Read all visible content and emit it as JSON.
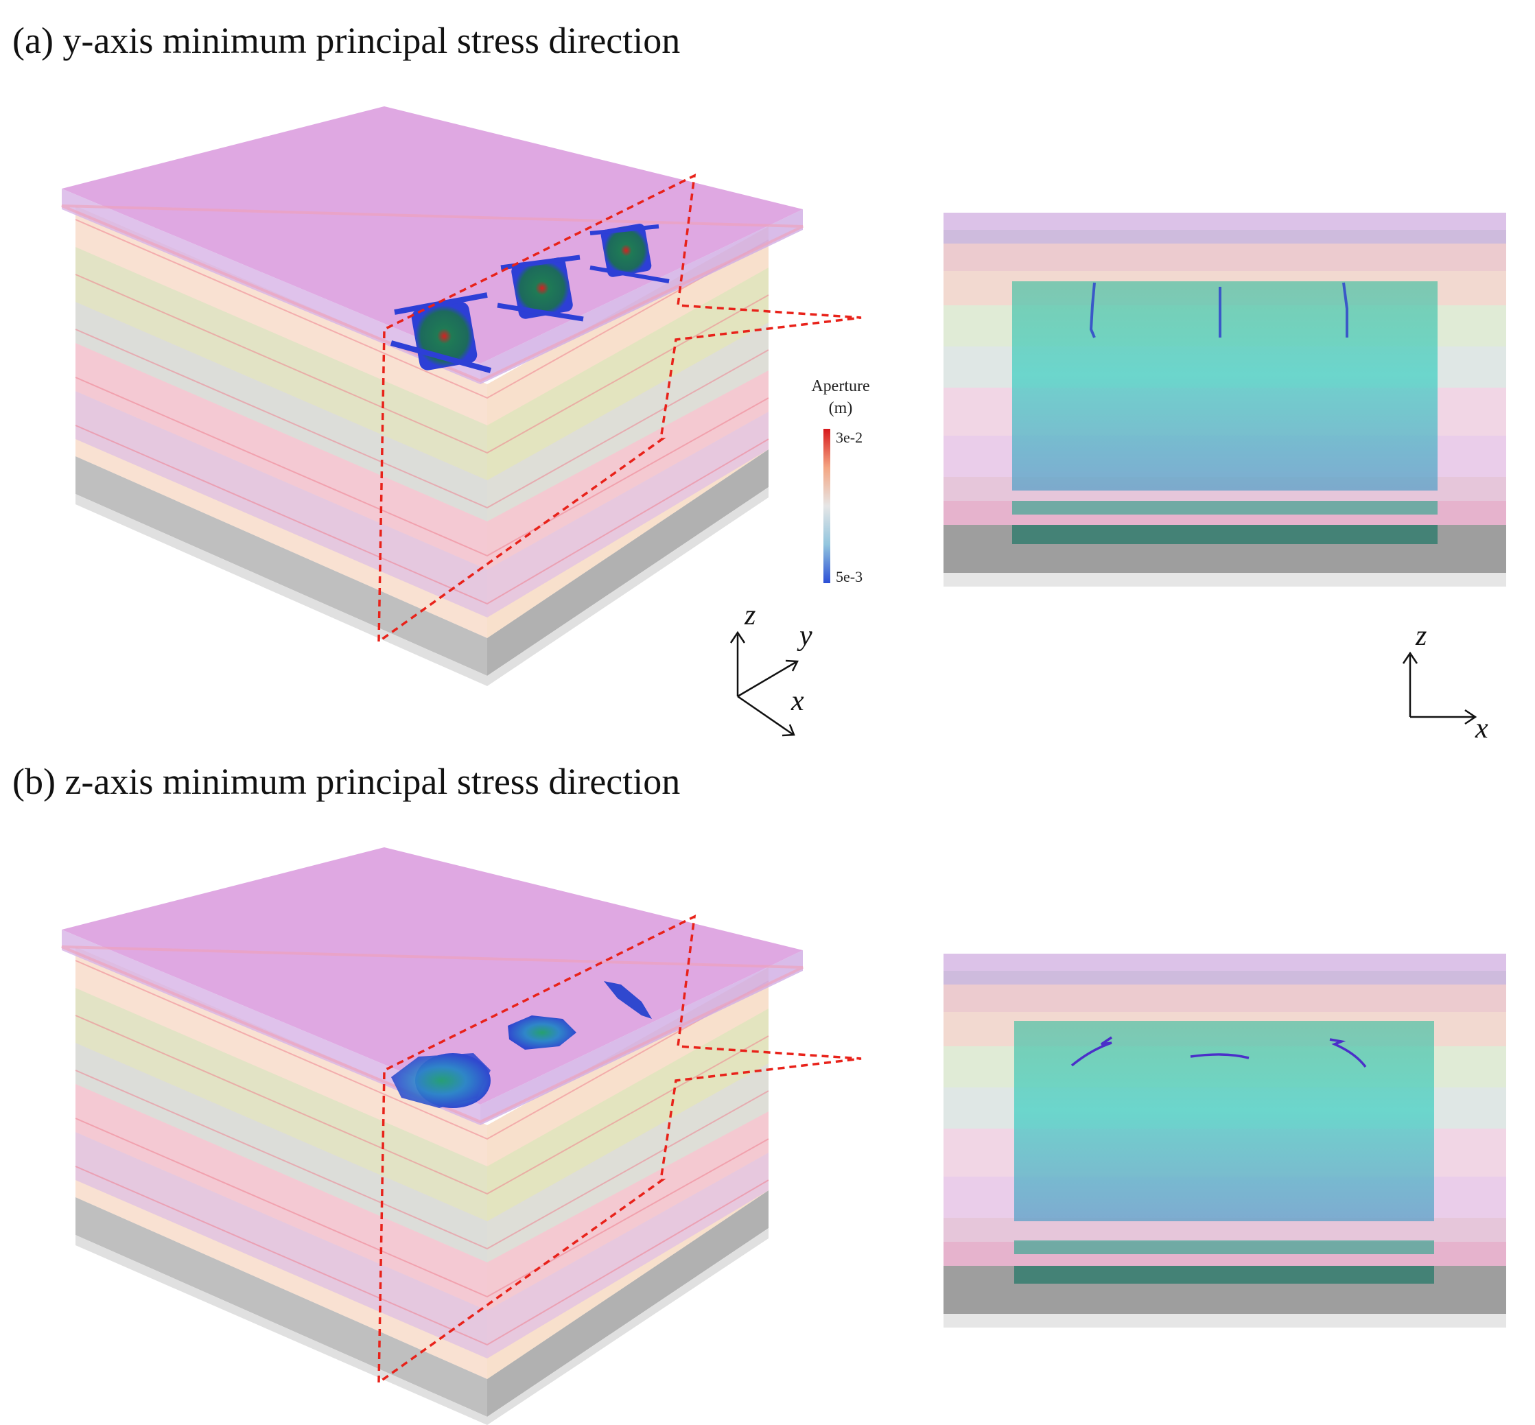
{
  "panels": [
    {
      "id": "a",
      "title": "(a) y-axis minimum principal stress direction"
    },
    {
      "id": "b",
      "title": "(b) z-axis minimum principal stress direction"
    }
  ],
  "colorbar": {
    "title": "Aperture",
    "unit": "(m)",
    "max_label": "3e-2",
    "min_label": "5e-3",
    "colors": [
      "#d7191c",
      "#f4a582",
      "#e6e6e6",
      "#92c5de",
      "#2c4fd6"
    ]
  },
  "axes_3d": {
    "z": "z",
    "y": "y",
    "x": "x"
  },
  "axes_2d": {
    "z": "z",
    "x": "x"
  },
  "colors": {
    "section_line": "#e8221a",
    "top_layer": "#d9a8e3",
    "base_layer": "#9a9a9a",
    "fracture_body": "#1f7a55",
    "fracture_edge": "#2d3fd6",
    "panel_fill": "#3cc8b0"
  }
}
